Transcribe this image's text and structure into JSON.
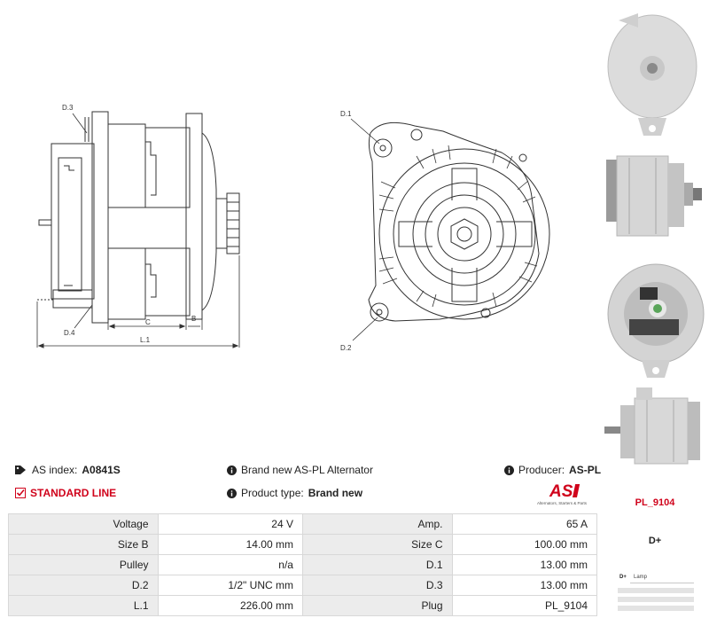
{
  "drawing": {
    "labels": {
      "d1": "D.1",
      "d2": "D.2",
      "d3": "D.3",
      "d4": "D.4",
      "c": "C",
      "b": "B",
      "l1": "L.1"
    }
  },
  "info": {
    "as_index_label": "AS index:",
    "as_index_value": "A0841S",
    "standard_line": "STANDARD LINE",
    "brand_text": "Brand new AS-PL Alternator",
    "product_type_label": "Product type:",
    "product_type_value": "Brand new",
    "producer_label": "Producer:",
    "producer_value": "AS-PL",
    "logo_text": "AS",
    "logo_tagline": "Alternators, Starters & Parts"
  },
  "specs": [
    [
      "Voltage",
      "24 V",
      "Amp.",
      "65 A"
    ],
    [
      "Size B",
      "14.00 mm",
      "Size C",
      "100.00 mm"
    ],
    [
      "Pulley",
      "n/a",
      "D.1",
      "13.00 mm"
    ],
    [
      "D.2",
      "1/2\" UNC mm",
      "D.3",
      "13.00 mm"
    ],
    [
      "L.1",
      "226.00 mm",
      "Plug",
      "PL_9104"
    ]
  ],
  "plug": {
    "code": "PL_9104",
    "terminal": "D+",
    "rows": [
      {
        "terminal": "D+",
        "function": "Lamp"
      }
    ]
  },
  "colors": {
    "accent": "#d0021b",
    "label_bg": "#ececec",
    "line": "#333333"
  }
}
